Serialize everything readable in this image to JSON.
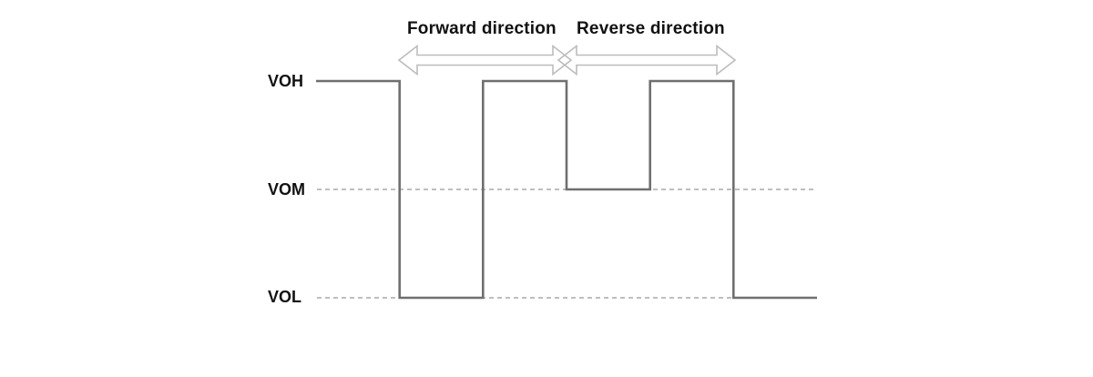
{
  "diagram": {
    "direction_labels": {
      "forward": "Forward direction",
      "reverse": "Reverse direction"
    },
    "level_labels": {
      "high": "VOH",
      "mid": "VOM",
      "low": "VOL"
    },
    "guide_levels": [
      "VOM",
      "VOL"
    ],
    "waveform_sequence": [
      {
        "level": "VOH"
      },
      {
        "level": "VOL"
      },
      {
        "level": "VOH"
      },
      {
        "level": "VOM"
      },
      {
        "level": "VOH"
      },
      {
        "level": "VOL"
      }
    ],
    "colors": {
      "waveform_line": "#6f6f6f",
      "dashed_guide": "#b5b5b5",
      "arrow_outline": "#bcbcbc",
      "text": "#111111",
      "background": "#ffffff"
    }
  }
}
